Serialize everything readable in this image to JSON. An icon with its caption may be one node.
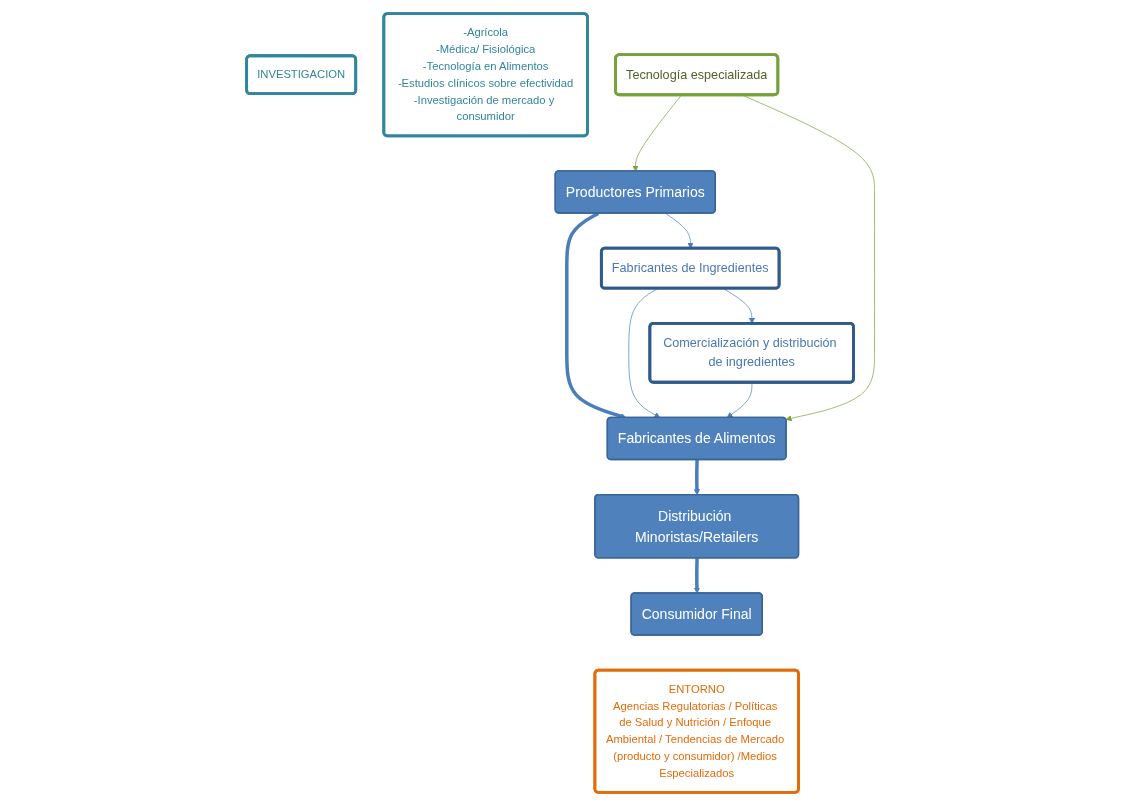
{
  "diagram": {
    "nodes": [
      {
        "text": [
          "INVESTIGACION"
        ]
      },
      {
        "text": [
          "-Agrícola",
          "-Médica/ Fisiológica",
          "-Tecnología en Alimentos",
          "-Estudios clínicos sobre efectividad",
          "-Investigación de mercado y consumidor"
        ]
      },
      {
        "text": [
          "Productores Primarios"
        ]
      },
      {
        "text": [
          "Fabricantes de Alimentos"
        ]
      },
      {
        "text": [
          "Distribución Minoristas/Retailers"
        ]
      },
      {
        "text": [
          "Consumidor Final"
        ]
      },
      {
        "text": [
          "Fabricantes de Ingredientes"
        ]
      },
      {
        "text": [
          "Comercialización y distribución de ingredientes"
        ]
      },
      {
        "text": [
          "Tecnología especializada"
        ]
      },
      {
        "text": [
          "ENTORNO",
          "Agencias Regulatorias / Políticas de Salud y Nutrición / Enfoque Ambiental / Tendencias de Mercado (producto y consumidor) /Medios Especializados"
        ]
      }
    ],
    "edges": [
      {
        "from": 2,
        "to": 3,
        "arrow": "to",
        "style": "thick"
      },
      {
        "from": 3,
        "to": 4,
        "arrow": "to",
        "style": "thick"
      },
      {
        "from": 4,
        "to": 5,
        "arrow": "to",
        "style": "thick"
      },
      {
        "from": 2,
        "to": 6,
        "arrow": "to"
      },
      {
        "from": 6,
        "to": 3,
        "arrow": "to"
      },
      {
        "from": 6,
        "to": 7,
        "arrow": "to"
      },
      {
        "from": 7,
        "to": 3,
        "arrow": "to"
      },
      {
        "from": 8,
        "to": 2,
        "arrow": "to",
        "color": "#77a13a"
      },
      {
        "from": 8,
        "to": 3,
        "arrow": "to",
        "color": "#77a13a"
      }
    ]
  }
}
